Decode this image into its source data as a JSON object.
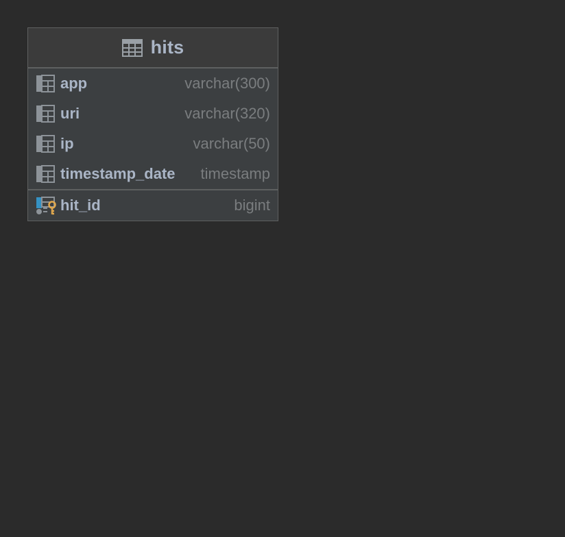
{
  "table": {
    "name": "hits",
    "icon": "table-icon",
    "columns": [
      {
        "name": "app",
        "type": "varchar(300)",
        "icon": "column-icon"
      },
      {
        "name": "uri",
        "type": "varchar(320)",
        "icon": "column-icon"
      },
      {
        "name": "ip",
        "type": "varchar(50)",
        "icon": "column-icon"
      },
      {
        "name": "timestamp_date",
        "type": "timestamp",
        "icon": "column-icon"
      }
    ],
    "key_columns": [
      {
        "name": "hit_id",
        "type": "bigint",
        "icon": "primary-key-column-icon"
      }
    ]
  },
  "colors": {
    "background": "#2b2b2b",
    "node_body": "#3c3f41",
    "border": "#5e6060",
    "name_text": "#aab5c6",
    "type_text": "#7a7d7f",
    "key_gold": "#e0a84e",
    "key_blue": "#3592c4"
  }
}
